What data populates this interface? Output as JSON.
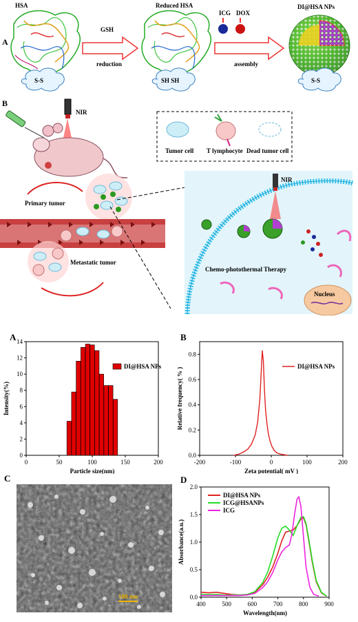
{
  "scheme_a": {
    "panel_label": "A",
    "hsa_label": "HSA",
    "reduced_label": "Reduced HSA",
    "gsh_label": "GSH",
    "reduction_label": "reduction",
    "icg_label": "ICG",
    "dox_label": "DOX",
    "assembly_label": "assembly",
    "product_label": "DI@HSA NPs",
    "ss_left": "S-S",
    "sh_mid": "SH SH",
    "ss_right": "S-S"
  },
  "scheme_b": {
    "panel_label": "B",
    "nir_label": "NIR",
    "nir_label2": "NIR",
    "legend_tumor": "Tumor cell",
    "legend_t": "T lymphocyte",
    "legend_dead": "Dead tumor cell",
    "primary_tumor": "Primary tumor",
    "metastatic_tumor": "Metastatic tumor",
    "therapy": "Chemo-photothermal Therapy",
    "nucleus": "Nucleus"
  },
  "colors": {
    "bar_red": "#e00000",
    "line_red": "#e02020",
    "line_green": "#22dd22",
    "line_magenta": "#ee22dd",
    "scale_bar": "#f0b800"
  },
  "chart_data": [
    {
      "panel_label": "A",
      "type": "bar",
      "x": [
        65,
        72,
        79,
        86,
        93,
        100,
        107,
        114,
        121,
        128,
        135
      ],
      "values": [
        4.2,
        7.8,
        11.6,
        13.3,
        13.7,
        13.6,
        12.9,
        10.0,
        8.6,
        8.6,
        6.9
      ],
      "series_name": "DI@HSA NPs",
      "xlabel": "Particle size(nm)",
      "ylabel": "Intensity(%)",
      "xlim": [
        0,
        200
      ],
      "ylim": [
        0,
        14
      ],
      "xticks": [
        "0",
        "50",
        "100",
        "150",
        "200"
      ],
      "yticks": [
        "0",
        "2",
        "4",
        "6",
        "8",
        "10",
        "12",
        "14"
      ]
    },
    {
      "panel_label": "B",
      "type": "line",
      "series_name": "DI@HSA NPs",
      "x": [
        -105,
        -90,
        -75,
        -65,
        -55,
        -45,
        -38,
        -32,
        -28,
        -25,
        -22,
        -19,
        -16,
        -12,
        -8,
        -3,
        2,
        8,
        15,
        25,
        35,
        45
      ],
      "y": [
        0.0,
        0.01,
        0.03,
        0.05,
        0.09,
        0.16,
        0.26,
        0.44,
        0.66,
        0.83,
        0.74,
        0.52,
        0.36,
        0.25,
        0.17,
        0.11,
        0.07,
        0.04,
        0.02,
        0.01,
        0.005,
        0.0
      ],
      "xlabel": "Zeta potential( mV )",
      "ylabel": "Relative frequency( % )",
      "xlim": [
        -200,
        200
      ],
      "ylim": [
        0,
        0.9
      ],
      "xticks": [
        "-200",
        "-100",
        "0",
        "100",
        "200"
      ],
      "yticks": [
        "0.0",
        "0.2",
        "0.4",
        "0.6",
        "0.8"
      ]
    },
    {
      "panel_label": "D",
      "type": "line",
      "xlabel": "Wavelength(nm)",
      "ylabel": "Absorbance(a.u.)",
      "xlim": [
        400,
        900
      ],
      "ylim": [
        0,
        2.0
      ],
      "xticks": [
        "400",
        "500",
        "600",
        "700",
        "800",
        "900"
      ],
      "yticks": [
        "0.0",
        "0.5",
        "1.0",
        "1.5",
        "2.0"
      ],
      "series": [
        {
          "name": "DI@HSA NPs",
          "color": "#e02020",
          "x": [
            400,
            430,
            460,
            490,
            520,
            550,
            580,
            610,
            640,
            660,
            680,
            700,
            715,
            730,
            745,
            760,
            775,
            790,
            800,
            810,
            820,
            835,
            850,
            870,
            890
          ],
          "y": [
            0.09,
            0.08,
            0.09,
            0.07,
            0.05,
            0.04,
            0.05,
            0.09,
            0.22,
            0.36,
            0.55,
            0.8,
            1.02,
            1.18,
            1.2,
            1.22,
            1.3,
            1.42,
            1.44,
            1.32,
            1.05,
            0.62,
            0.28,
            0.08,
            0.02
          ]
        },
        {
          "name": "ICG@HSANPs",
          "color": "#22dd22",
          "x": [
            400,
            430,
            460,
            490,
            520,
            550,
            580,
            610,
            640,
            660,
            680,
            700,
            715,
            730,
            745,
            760,
            775,
            790,
            800,
            810,
            820,
            835,
            850,
            870,
            890
          ],
          "y": [
            0.05,
            0.05,
            0.05,
            0.04,
            0.04,
            0.04,
            0.05,
            0.1,
            0.26,
            0.45,
            0.75,
            1.08,
            1.25,
            1.29,
            1.22,
            1.12,
            1.3,
            1.45,
            1.46,
            1.34,
            1.08,
            0.65,
            0.3,
            0.09,
            0.02
          ]
        },
        {
          "name": "ICG",
          "color": "#ee22dd",
          "x": [
            400,
            430,
            460,
            490,
            520,
            550,
            580,
            610,
            640,
            660,
            680,
            700,
            715,
            730,
            745,
            755,
            765,
            775,
            782,
            790,
            800,
            810,
            825,
            840,
            860
          ],
          "y": [
            0.03,
            0.03,
            0.03,
            0.03,
            0.03,
            0.03,
            0.04,
            0.07,
            0.17,
            0.28,
            0.45,
            0.68,
            0.82,
            0.9,
            0.95,
            1.15,
            1.5,
            1.78,
            1.82,
            1.65,
            1.1,
            0.55,
            0.18,
            0.05,
            0.02
          ]
        }
      ]
    }
  ],
  "panel_c": {
    "panel_label": "C",
    "scale_label": "100 nm"
  }
}
